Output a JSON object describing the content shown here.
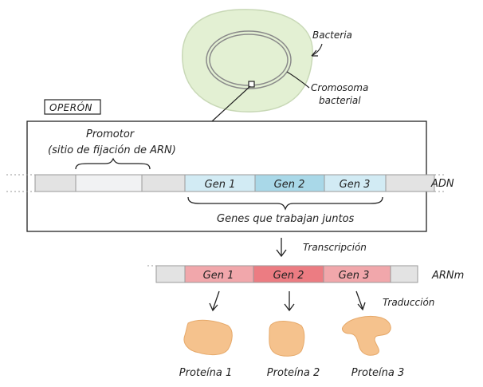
{
  "operon_label": "OPERÓN",
  "bacteria_label": "Bacteria",
  "chromosome_label_line1": "Cromosoma",
  "chromosome_label_line2": "bacterial",
  "promoter_label_line1": "Promotor",
  "promoter_label_line2": "(sitio de fijación de ARN)",
  "dna_label": "ADN",
  "genes_together_label": "Genes que trabajan juntos",
  "transcription_label": "Transcripción",
  "mrna_label": "ARNm",
  "translation_label": "Traducción",
  "dna_genes": [
    "Gen 1",
    "Gen 2",
    "Gen 3"
  ],
  "mrna_genes": [
    "Gen 1",
    "Gen 2",
    "Gen 3"
  ],
  "proteins": [
    "Proteína 1",
    "Proteína 2",
    "Proteína 3"
  ],
  "colors": {
    "cell_fill": "#e3f0d3",
    "cell_stroke": "#c8d8b6",
    "dna_segment": "#e3e3e3",
    "promoter_segment": "#f1f2f3",
    "gene1_dna": "#d2ebf4",
    "gene2_dna": "#a9d8e8",
    "gene3_dna": "#d2ebf4",
    "gene1_mrna": "#f1a7ab",
    "gene2_mrna": "#ec7c82",
    "gene3_mrna": "#f1a7ab",
    "protein": "#f5c28d"
  }
}
